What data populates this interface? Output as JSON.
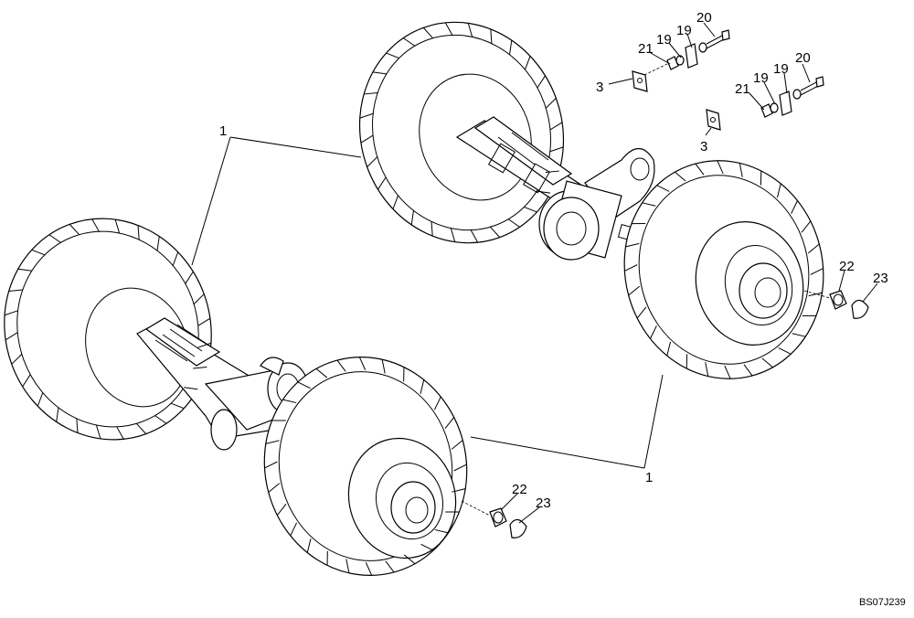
{
  "labels": {
    "axle_assembly_top": "1",
    "axle_assembly_bottom": "1",
    "plate_upper": "3",
    "plate_lower": "3",
    "washer_a": "19",
    "washer_b": "19",
    "washer_c": "19",
    "washer_d": "19",
    "bolt_upper": "20",
    "bolt_lower": "20",
    "nut_upper": "21",
    "nut_lower": "21",
    "wheel_nut_right": "22",
    "wheel_nut_bottom": "22",
    "hub_cap_right": "23",
    "hub_cap_bottom": "23"
  },
  "reference_code": "BS07J239"
}
